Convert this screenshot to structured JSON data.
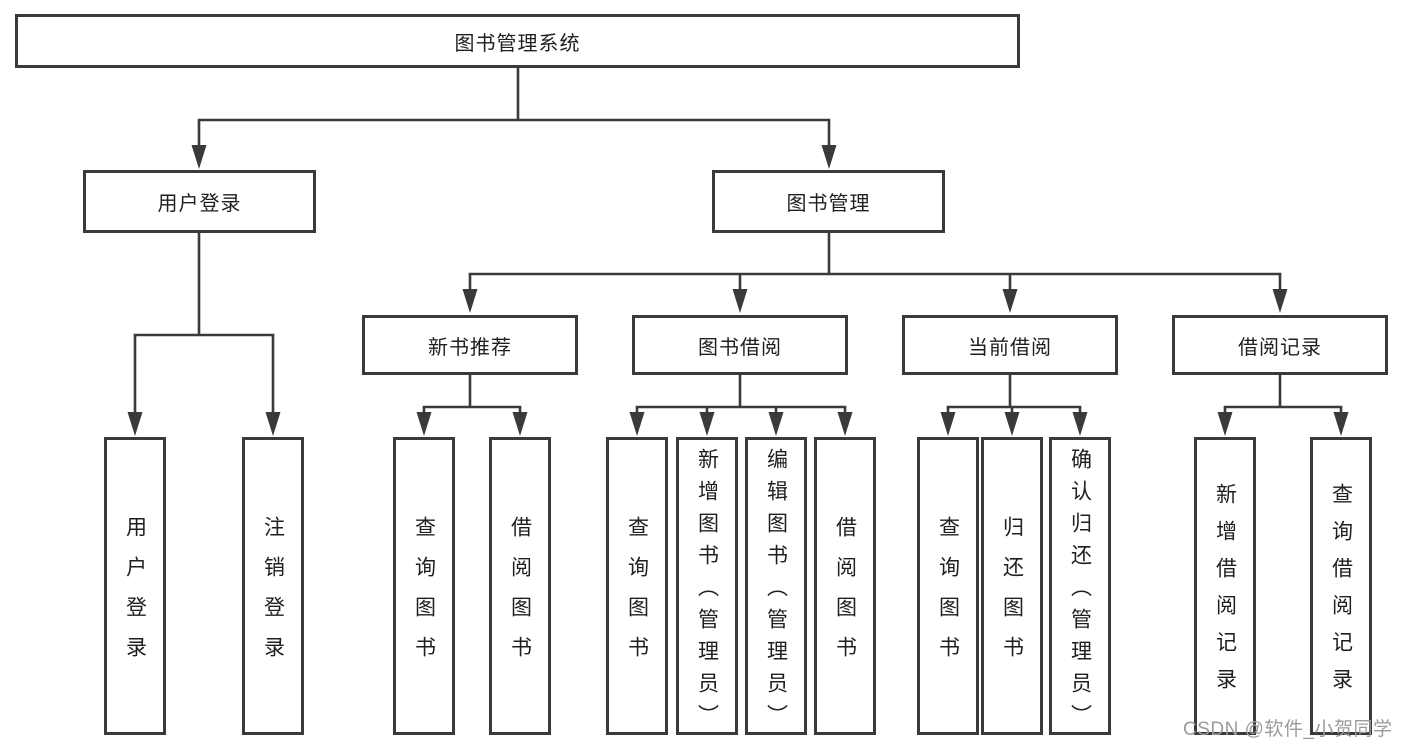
{
  "diagram": {
    "root": {
      "label": "图书管理系统"
    },
    "level2": [
      {
        "label": "用户登录"
      },
      {
        "label": "图书管理"
      }
    ],
    "level3": [
      {
        "label": "新书推荐"
      },
      {
        "label": "图书借阅"
      },
      {
        "label": "当前借阅"
      },
      {
        "label": "借阅记录"
      }
    ],
    "level4": [
      {
        "label": "用户登录"
      },
      {
        "label": "注销登录"
      },
      {
        "label": "查询图书"
      },
      {
        "label": "借阅图书"
      },
      {
        "label": "查询图书"
      },
      {
        "label": "新增图书（管理员）"
      },
      {
        "label": "编辑图书（管理员）"
      },
      {
        "label": "借阅图书"
      },
      {
        "label": "查询图书"
      },
      {
        "label": "归还图书"
      },
      {
        "label": "确认归还（管理员）"
      },
      {
        "label": "新增借阅记录"
      },
      {
        "label": "查询借阅记录"
      }
    ]
  },
  "watermark": {
    "text": "CSDN @软件_小贺同学"
  },
  "colors": {
    "line": "#3a3a3a",
    "text": "#1f1f1f",
    "background": "#ffffff",
    "watermark": "#9b9b9b"
  }
}
